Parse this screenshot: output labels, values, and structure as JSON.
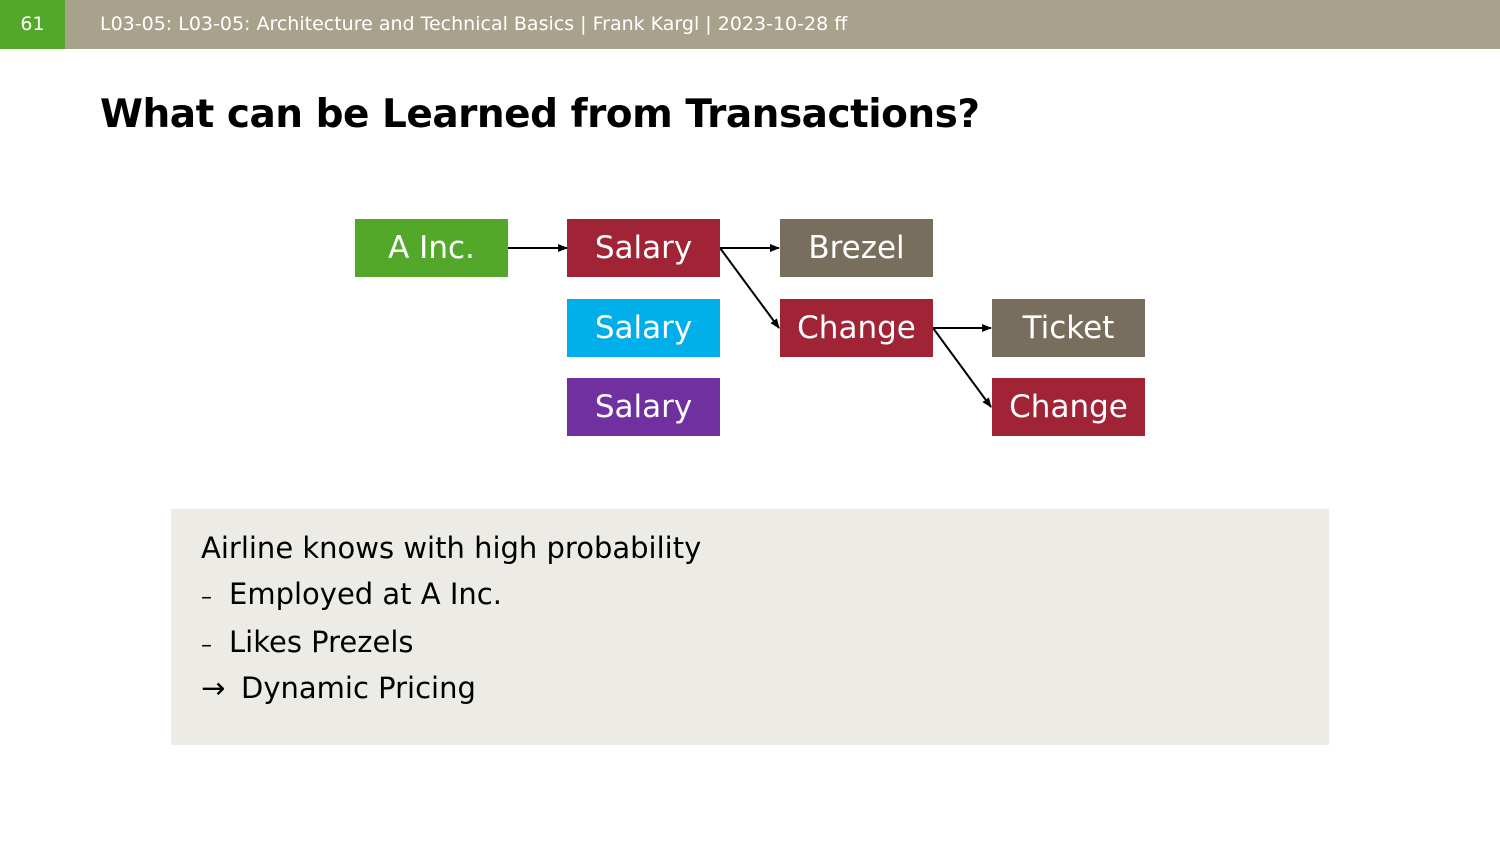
{
  "header": {
    "slide_number": "61",
    "text": "L03-05: L03-05: Architecture and Technical Basics | Frank Kargl | 2023-10-28 ff",
    "colors": {
      "bar": "#a8a18b",
      "number_box": "#54a829"
    }
  },
  "title": "What can be Learned from Transactions?",
  "diagram": {
    "nodes": [
      {
        "id": "a-inc",
        "label": "A Inc.",
        "color": "#54a829"
      },
      {
        "id": "salary-red",
        "label": "Salary",
        "color": "#a02336"
      },
      {
        "id": "salary-blue",
        "label": "Salary",
        "color": "#00afe9"
      },
      {
        "id": "salary-purple",
        "label": "Salary",
        "color": "#7030a0"
      },
      {
        "id": "brezel",
        "label": "Brezel",
        "color": "#776e5e"
      },
      {
        "id": "change-1",
        "label": "Change",
        "color": "#a02336"
      },
      {
        "id": "ticket",
        "label": "Ticket",
        "color": "#776e5e"
      },
      {
        "id": "change-2",
        "label": "Change",
        "color": "#a02336"
      }
    ],
    "edges": [
      {
        "from": "a-inc",
        "to": "salary-red"
      },
      {
        "from": "salary-red",
        "to": "brezel"
      },
      {
        "from": "salary-red",
        "to": "change-1"
      },
      {
        "from": "change-1",
        "to": "ticket"
      },
      {
        "from": "change-1",
        "to": "change-2"
      }
    ]
  },
  "infobox": {
    "heading": "Airline knows with high probability",
    "bullets": [
      {
        "marker": "–",
        "text": "Employed at A Inc."
      },
      {
        "marker": "–",
        "text": "Likes Prezels"
      }
    ],
    "conclusion": {
      "marker": "→",
      "text": "Dynamic Pricing"
    },
    "background": "#edebe6"
  }
}
